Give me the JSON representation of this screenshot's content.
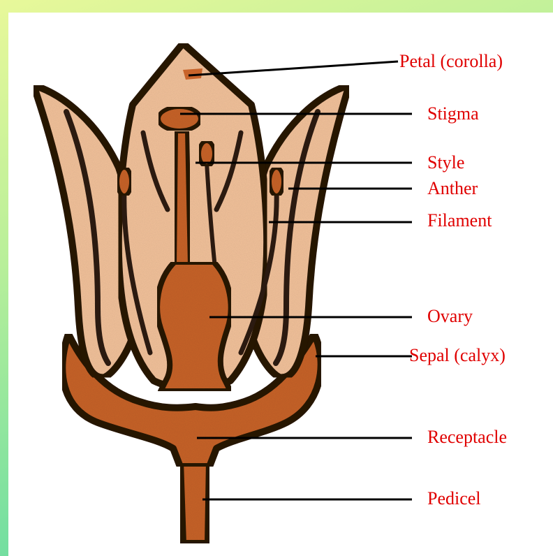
{
  "labels": {
    "petal": "Petal (corolla)",
    "stigma": "Stigma",
    "style": "Style",
    "anther": "Anther",
    "filament": "Filament",
    "ovary": "Ovary",
    "sepal": "Sepal (calyx)",
    "receptacle": "Receptacle",
    "pedicel": "Pedicel"
  },
  "colors": {
    "label_text": "#e00000",
    "leader_line": "#000000",
    "petal_fill": "#f3c29b",
    "organ_fill": "#c8642b",
    "outline": "#2b1a10"
  }
}
